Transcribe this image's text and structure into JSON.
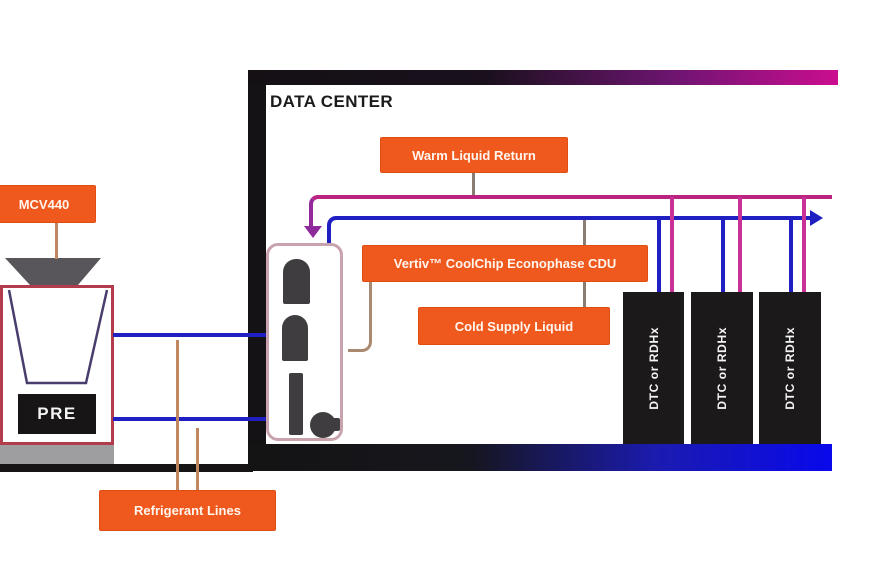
{
  "diagram": {
    "title": "DATA CENTER",
    "outdoor_unit": {
      "label": "MCV440",
      "pre_label": "PRE"
    },
    "labels": {
      "warm_return": "Warm Liquid Return",
      "cdu": "Vertiv™ CoolChip Econophase CDU",
      "cold_supply": "Cold Supply Liquid",
      "refrigerant": "Refrigerant Lines"
    },
    "racks": [
      {
        "label": "DTC or RDHx"
      },
      {
        "label": "DTC or RDHx"
      },
      {
        "label": "DTC or RDHx"
      }
    ],
    "colors": {
      "orange": "#f0591e",
      "warm_line_magenta": "#ba2480",
      "cold_line_blue": "#1f1fc2",
      "arrow_purple": "#8e2a9c",
      "refrigerant_tan": "#bf8660"
    }
  }
}
